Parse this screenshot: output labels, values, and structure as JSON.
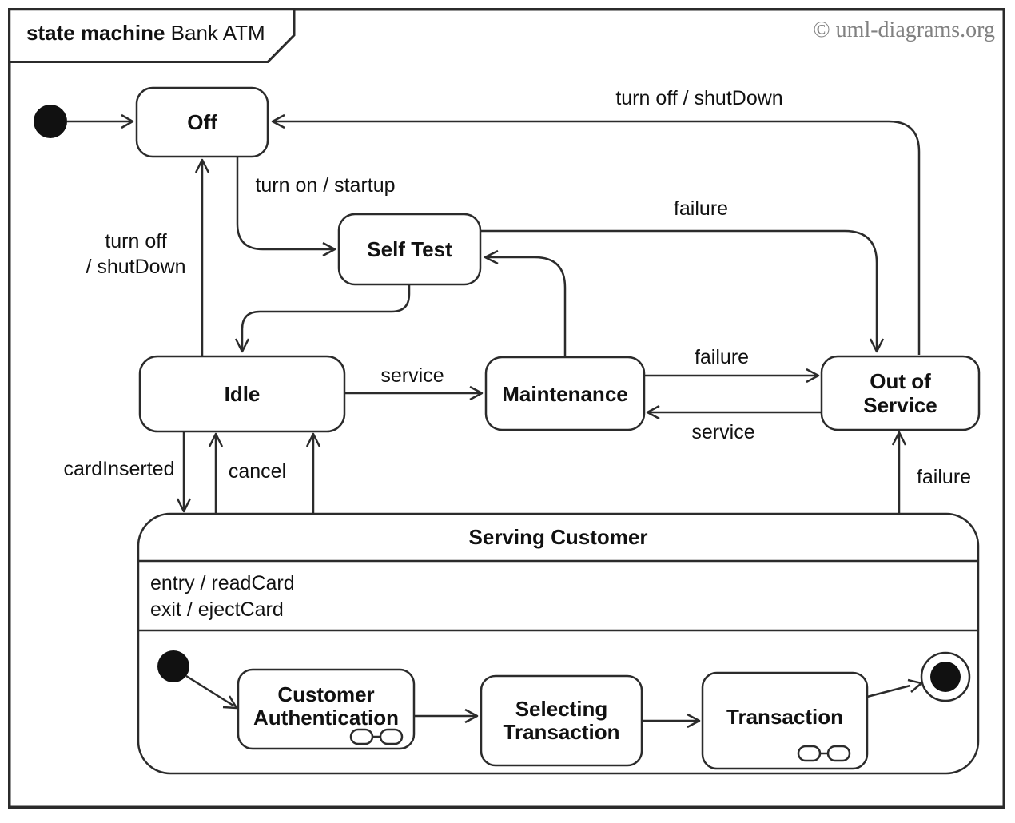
{
  "frame": {
    "keyword": "state machine",
    "name": "Bank ATM",
    "copyright": "© uml-diagrams.org"
  },
  "states": {
    "off": "Off",
    "self_test": "Self Test",
    "idle": "Idle",
    "maintenance": "Maintenance",
    "out_of_service": "Out of\nService",
    "serving_customer": {
      "title": "Serving Customer",
      "internal_activities": [
        "entry / readCard",
        "exit / ejectCard"
      ],
      "substates": {
        "customer_authentication": "Customer\nAuthentication",
        "selecting_transaction": "Selecting\nTransaction",
        "transaction": "Transaction"
      }
    }
  },
  "transitions": {
    "turn_off_top": "turn off / shutDown",
    "turn_on": "turn on / startup",
    "turn_off_left": "turn off\n/ shutDown",
    "failure_selftest": "failure",
    "service_idle": "service",
    "failure_maintenance": "failure",
    "service_oos": "service",
    "card_inserted": "cardInserted",
    "cancel": "cancel",
    "failure_serving": "failure"
  }
}
